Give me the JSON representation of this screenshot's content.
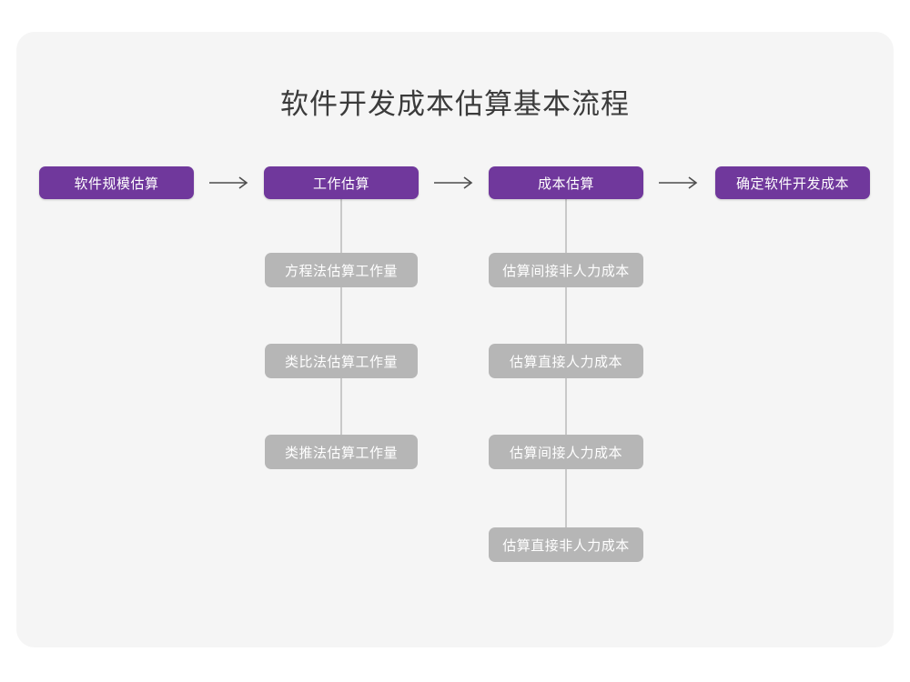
{
  "page": {
    "title": "软件开发成本估算基本流程",
    "background_color": "#ffffff",
    "card_color": "#f5f5f5",
    "primary_color": "#70389c",
    "sub_color": "#b6b6b6",
    "connector_color": "#c9c9c9",
    "title_color": "#3b3b3b"
  },
  "flow": {
    "stages": [
      {
        "label": "软件规模估算",
        "substeps": []
      },
      {
        "label": "工作估算",
        "substeps": [
          {
            "label": "方程法估算工作量"
          },
          {
            "label": "类比法估算工作量"
          },
          {
            "label": "类推法估算工作量"
          }
        ]
      },
      {
        "label": "成本估算",
        "substeps": [
          {
            "label": "估算间接非人力成本"
          },
          {
            "label": "估算直接人力成本"
          },
          {
            "label": "估算间接人力成本"
          },
          {
            "label": "估算直接非人力成本"
          }
        ]
      },
      {
        "label": "确定软件开发成本",
        "substeps": []
      }
    ],
    "arrows": [
      {
        "name": "arrow-right-icon-1"
      },
      {
        "name": "arrow-right-icon-2"
      },
      {
        "name": "arrow-right-icon-3"
      }
    ]
  }
}
